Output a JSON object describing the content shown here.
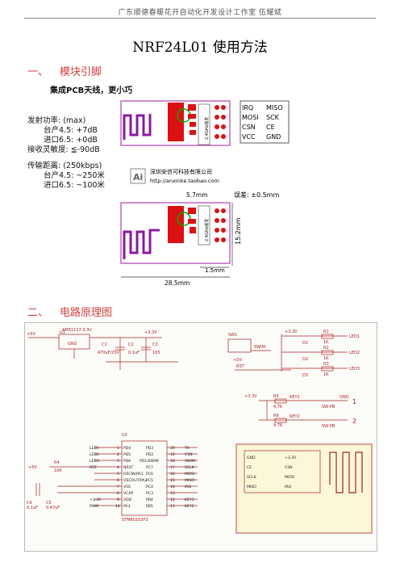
{
  "header": {
    "text": "广东顺德春暖花开自动化开发设计工作室    伍耀斌"
  },
  "title": "NRF24L01 使用方法",
  "section1": {
    "num": "一、",
    "label": "模块引脚"
  },
  "section2": {
    "num": "二、",
    "label": "电路原理图"
  },
  "module": {
    "banner": "集成PCB天线，更小巧",
    "power_title": "发射功率: (max)",
    "power_cn": "台产4.5: +7dB",
    "power_import": "进口6.5: +0dB",
    "sensitivity": "接收灵敏度: ≦-90dB",
    "range_title": "传输距离: (250kbps)",
    "range_cn": "台产4.5: ~250米",
    "range_import": "进口6.5: ~100米",
    "pins": [
      [
        "IRQ",
        "MISO"
      ],
      [
        "MOSI",
        "SCK"
      ],
      [
        "CSN",
        "CE"
      ],
      [
        "VCC",
        "GND"
      ]
    ],
    "company": "深圳安信可科技有限公司",
    "url": "http://anxinke.taobao.com",
    "logo_text": "Ai",
    "dim_57": "5.7mm",
    "tolerance": "误差: ±0.5mm",
    "dim_152": "15.2mm",
    "dim_15": "1.5mm",
    "dim_285": "28.5mm",
    "chip_label": "2.4GHz收发",
    "colors": {
      "board": "#d11",
      "outline": "#b040b0",
      "antenna": "#8a1aa0",
      "pins": "#222"
    }
  },
  "schematic": {
    "reg_part": "AMS1117-3.3V",
    "reg_ref": "U1",
    "reg_gnd": "GND",
    "vin": "+5V",
    "v33": "+3.3V",
    "c1": "C1",
    "c1v": "470uF/25V",
    "c2": "C2",
    "c2v": "0.1uF",
    "c3": "C3",
    "c3v": "105",
    "sw_ref": "SW1",
    "sw_label": "SWIM",
    "rst": "RST",
    "leds": [
      "LED1",
      "LED2",
      "LED3"
    ],
    "led_refs": [
      "D1",
      "D2",
      "D3"
    ],
    "r_1k": "1K",
    "r_refs": [
      "R1",
      "R2",
      "R3"
    ],
    "keys": [
      "KEY1",
      "KEY2"
    ],
    "key_r": "4.7K",
    "key_refs": [
      "R5",
      "R6"
    ],
    "sw_pb": "SW-PB",
    "gnd": "GND",
    "k_nums": [
      "1",
      "2"
    ],
    "mcu_ref": "U2",
    "mcu_part": "STM8S103F3",
    "mcu_left": [
      [
        "1",
        "LED1",
        "PD4"
      ],
      [
        "2",
        "LED2",
        "PD5"
      ],
      [
        "3",
        "LED3",
        "PD6"
      ],
      [
        "4",
        "RST",
        "NRST"
      ],
      [
        "5",
        "",
        "OSCIN/PA1"
      ],
      [
        "6",
        "",
        "OSCOUT/PA2"
      ],
      [
        "7",
        "",
        "VSS"
      ],
      [
        "8",
        "",
        "VCAP"
      ],
      [
        "9",
        "+3.3V",
        "VDD"
      ],
      [
        "10",
        "PWM",
        "PA3"
      ]
    ],
    "mcu_right": [
      [
        "20",
        "TX",
        "PD3"
      ],
      [
        "19",
        "CSN",
        "PD2"
      ],
      [
        "18",
        "SWIM",
        "PD1/SWIM"
      ],
      [
        "17",
        "SCLK",
        "PC7"
      ],
      [
        "16",
        "MOSI",
        "PC6"
      ],
      [
        "15",
        "MISO",
        "PC5"
      ],
      [
        "14",
        "IRQ",
        "PC4"
      ],
      [
        "13",
        "",
        "PC3"
      ],
      [
        "12",
        "KEY1",
        "PB4"
      ],
      [
        "11",
        "KEY2",
        "PB5"
      ]
    ],
    "r4": "R4",
    "r4v": "10K",
    "c4": "C4",
    "c4v": "0.1uF",
    "c5": "C5",
    "c5v": "0.47uF",
    "rf_left": [
      "GND",
      "CE",
      "SCLK",
      "MISO"
    ],
    "rf_right": [
      "+3.3V",
      "CSN",
      "MOSI",
      "IRQ"
    ]
  }
}
